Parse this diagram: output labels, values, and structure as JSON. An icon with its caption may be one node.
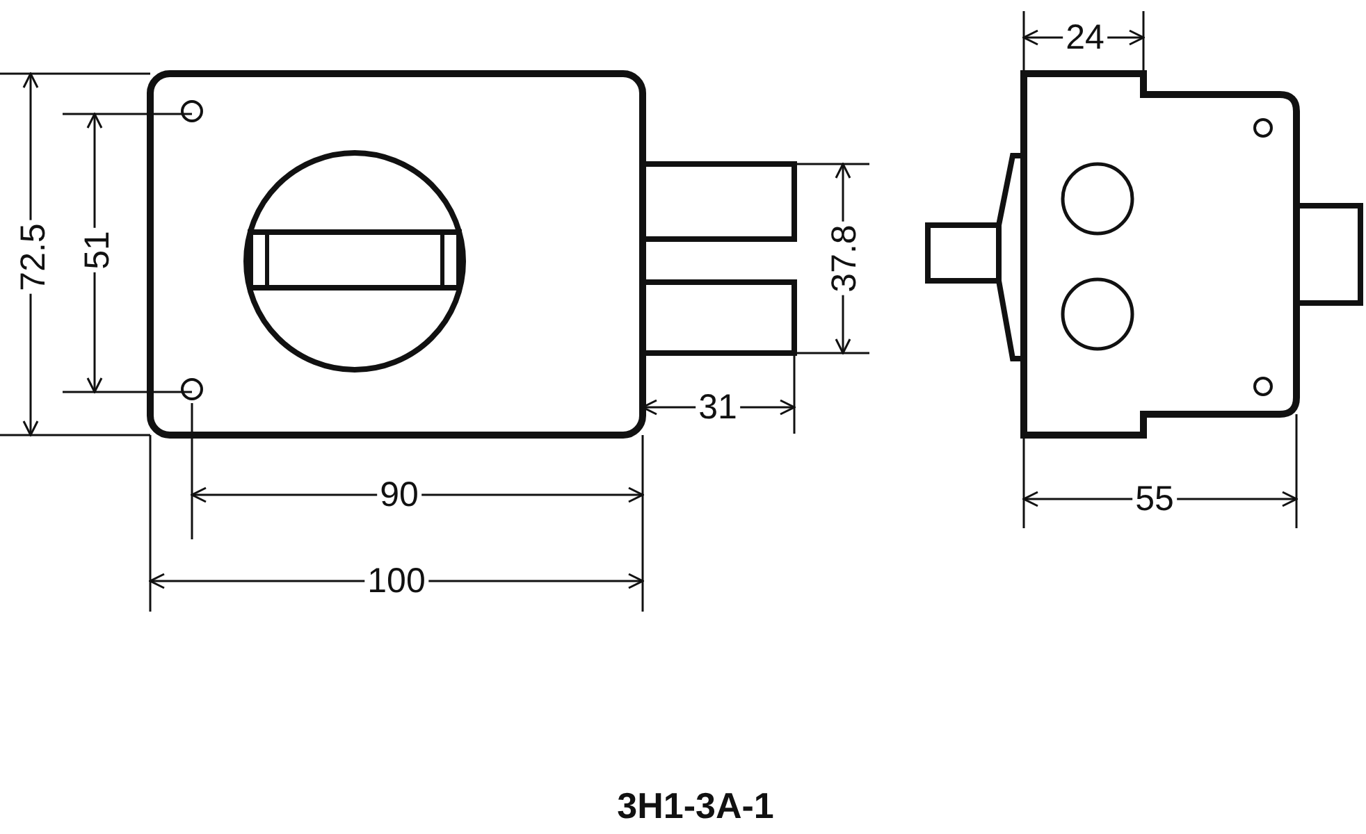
{
  "diagram": {
    "caption": "3H1-3A-1",
    "labels": [
      "24",
      "72.5",
      "51",
      "37.8",
      "31",
      "90",
      "55",
      "100"
    ]
  }
}
